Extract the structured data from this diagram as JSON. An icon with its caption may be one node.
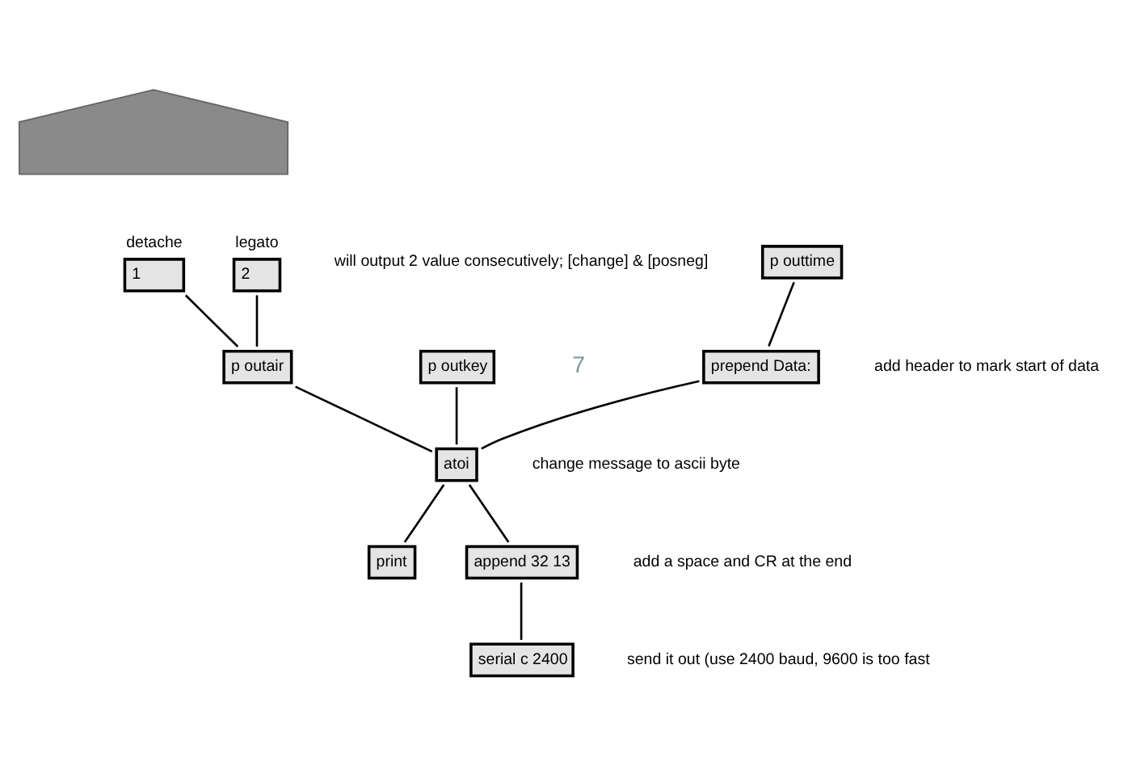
{
  "diagram": {
    "nodes": [
      {
        "text": [],
        "shape": "arrow"
      },
      {
        "text": [
          "1"
        ],
        "beside": [
          "detache"
        ]
      },
      {
        "text": [
          "2"
        ],
        "beside": [
          "legato"
        ]
      },
      {
        "text": [
          "p outtime"
        ]
      },
      {
        "text": [
          "p outair"
        ]
      },
      {
        "text": [
          "p outkey"
        ]
      },
      {
        "text": [
          "prepend Data:"
        ]
      },
      {
        "text": [
          "atoi"
        ]
      },
      {
        "text": [
          "print"
        ]
      },
      {
        "text": [
          "append 32 13"
        ]
      },
      {
        "text": [
          "serial c 2400"
        ]
      }
    ],
    "edges": [
      {
        "from": 1,
        "to": 4,
        "arrow": "none"
      },
      {
        "from": 2,
        "to": 4,
        "arrow": "none"
      },
      {
        "from": 3,
        "to": 6,
        "arrow": "none"
      },
      {
        "from": 4,
        "to": 7,
        "arrow": "none"
      },
      {
        "from": 6,
        "to": 7,
        "arrow": "none"
      },
      {
        "from": 5,
        "to": 7,
        "arrow": "none"
      },
      {
        "from": 7,
        "to": 8,
        "arrow": "none"
      },
      {
        "from": 7,
        "to": 9,
        "arrow": "none"
      },
      {
        "from": 9,
        "to": 10,
        "arrow": "none"
      }
    ],
    "labels": [
      "will output 2 value consecutively; [change] & [posneg]",
      "7",
      "add header to mark start of data",
      "change message to ascii byte",
      "add a space and CR at the end",
      "send it out (use 2400 baud, 9600 is too fast"
    ]
  }
}
